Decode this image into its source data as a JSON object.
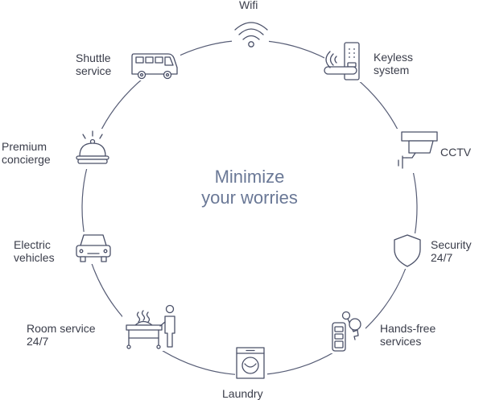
{
  "center": {
    "line1": "Minimize",
    "line2": "your worries"
  },
  "colors": {
    "stroke": "#4a5068",
    "circle": "#565c75",
    "center_text": "#6a7896",
    "label": "#3a3d4a"
  },
  "items": [
    {
      "icon": "wifi-icon",
      "line1": "Wifi",
      "line2": ""
    },
    {
      "icon": "keyless-lock-icon",
      "line1": "Keyless",
      "line2": "system"
    },
    {
      "icon": "cctv-camera-icon",
      "line1": "CCTV",
      "line2": ""
    },
    {
      "icon": "security-shield-icon",
      "line1": "Security",
      "line2": "24/7"
    },
    {
      "icon": "car-key-fob-icon",
      "line1": "Hands-free",
      "line2": "services"
    },
    {
      "icon": "washing-machine-icon",
      "line1": "Laundry",
      "line2": ""
    },
    {
      "icon": "room-service-cart-icon",
      "line1": "Room service",
      "line2": "24/7"
    },
    {
      "icon": "electric-car-icon",
      "line1": "Electric",
      "line2": "vehicles"
    },
    {
      "icon": "concierge-bell-icon",
      "line1": "Premium",
      "line2": "concierge"
    },
    {
      "icon": "shuttle-van-icon",
      "line1": "Shuttle",
      "line2": "service"
    }
  ]
}
